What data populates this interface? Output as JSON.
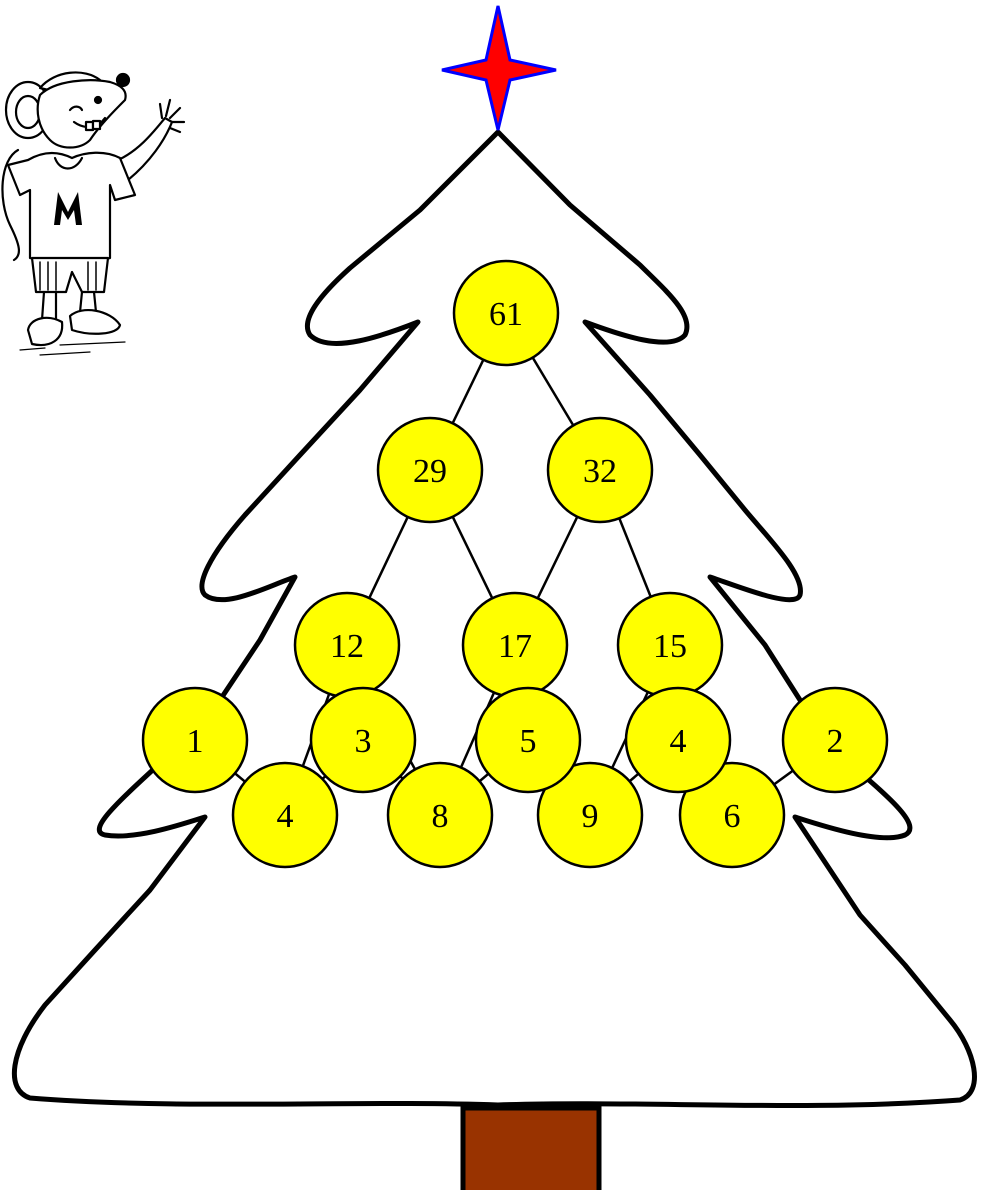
{
  "pyramid": {
    "rows": [
      [
        "61"
      ],
      [
        "29",
        "32"
      ],
      [
        "12",
        "17",
        "15"
      ],
      [
        "4",
        "8",
        "9",
        "6"
      ],
      [
        "1",
        "3",
        "5",
        "4",
        "2"
      ]
    ]
  },
  "colors": {
    "ball": "#ffff00",
    "trunk": "#993300",
    "star_fill": "#ff0000",
    "star_outline": "#0000ff",
    "outline": "#000000",
    "background": "#ffffff"
  },
  "icons": {
    "star": "four-point-star-icon",
    "mascot": "mouse-mascot-icon"
  },
  "mascot_shirt_letter": "M"
}
